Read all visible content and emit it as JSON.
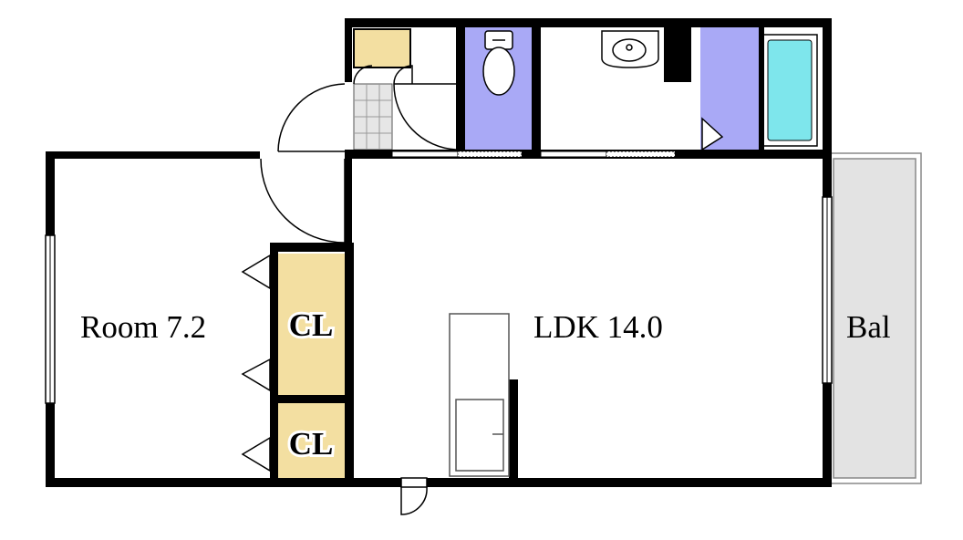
{
  "rooms": {
    "room": "Room 7.2",
    "ldk": "LDK 14.0",
    "balcony": "Bal",
    "closet_upper": "CL",
    "closet_lower": "CL"
  },
  "colors": {
    "wall": "#000000",
    "closet_fill": "#f3dfa1",
    "toilet_room_fill": "#a9a9f6",
    "bath_fill": "#7ee6ec",
    "balcony_fill": "#e3e3e3",
    "entrance_tile": "#d6d6d6"
  }
}
